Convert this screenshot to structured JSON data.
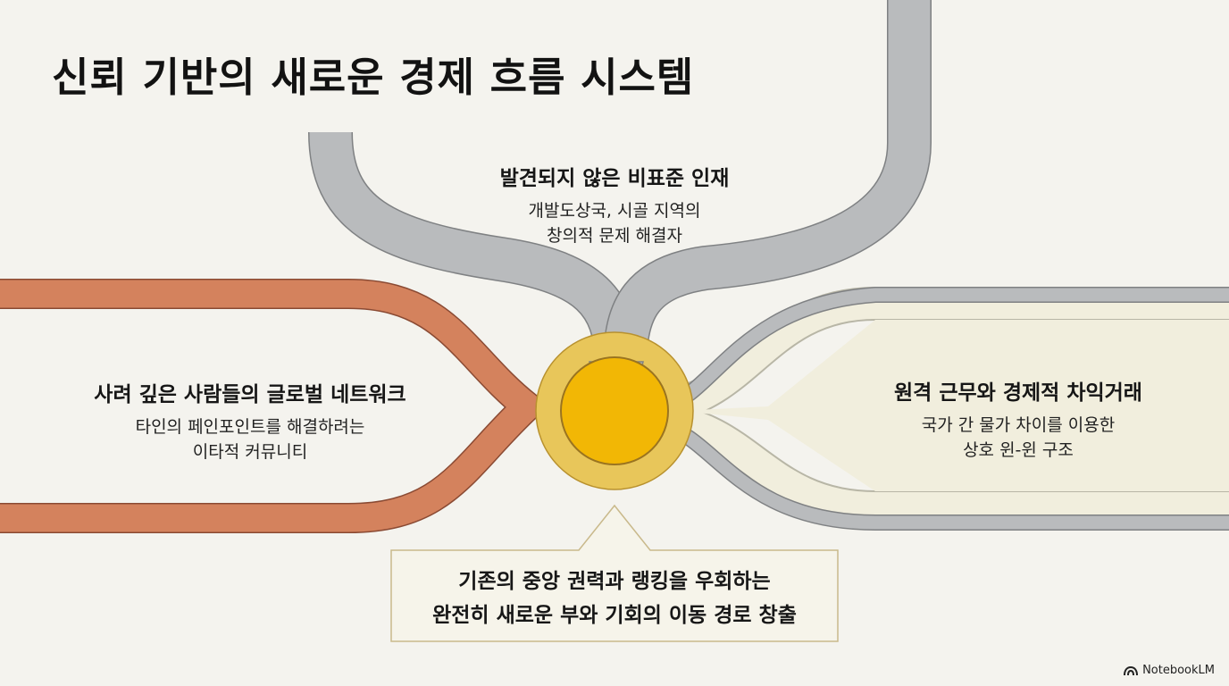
{
  "title": "신뢰 기반의 새로운 경제 흐름 시스템",
  "branches": {
    "top": {
      "heading": "발견되지 않은 비표준 인재",
      "lines": [
        "개발도상국, 시골 지역의",
        "창의적 문제 해결자"
      ]
    },
    "left": {
      "heading": "사려 깊은 사람들의 글로벌 네트워크",
      "lines": [
        "타인의 페인포인트를 해결하려는",
        "이타적 커뮤니티"
      ]
    },
    "right": {
      "heading": "원격 근무와 경제적 차익거래",
      "lines": [
        "국가 간 물가 차이를 이용한",
        "상호 윈-윈 구조"
      ]
    }
  },
  "callout": {
    "lines": [
      "기존의 중앙 권력과 랭킹을 우회하는",
      "완전히 새로운 부와 기회의 이동 경로 창출"
    ]
  },
  "brand": {
    "label": "NotebookLM",
    "icon": "notebooklm-logo-icon"
  },
  "colors": {
    "background": "#f4f3ee",
    "gray_stream": "#b9bbbd",
    "orange_stream": "#d4825d",
    "cream_stream": "#f1eedd",
    "center_gold": "#f2b705",
    "center_halo": "#e8c65a"
  }
}
